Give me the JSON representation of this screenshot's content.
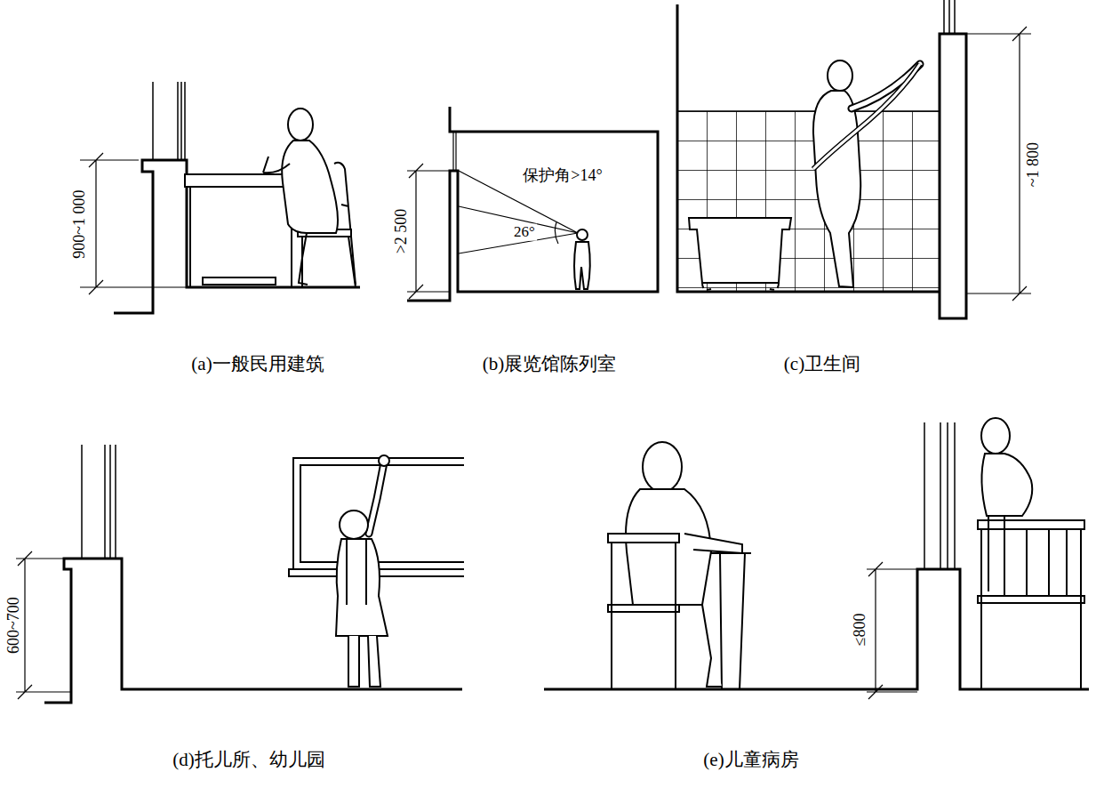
{
  "diagram": {
    "labels": [
      "900~1 000",
      ">2 500",
      "保护角>14°",
      "26°",
      "~1 800",
      "(a)一般民用建筑",
      "(b)展览馆陈列室",
      "(c)卫生间",
      "600~700",
      "≤800",
      "(d)托儿所、幼儿园",
      "(e)儿童病房"
    ]
  }
}
